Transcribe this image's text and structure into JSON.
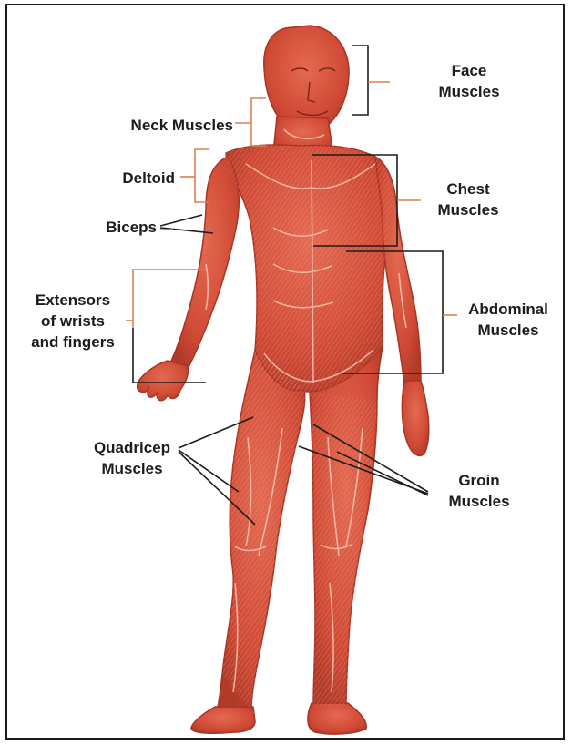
{
  "labels": {
    "face": [
      "Face",
      "Muscles"
    ],
    "neck": [
      "Neck Muscles"
    ],
    "deltoid": [
      "Deltoid"
    ],
    "biceps": [
      "Biceps"
    ],
    "extensors": [
      "Extensors",
      "of wrists",
      "and fingers"
    ],
    "chest": [
      "Chest",
      "Muscles"
    ],
    "abdominal": [
      "Abdominal",
      "Muscles"
    ],
    "quadricep": [
      "Quadricep",
      "Muscles"
    ],
    "groin": [
      "Groin",
      "Muscles"
    ]
  },
  "colors": {
    "skin": "#d4503b",
    "skin_light": "#e88a72",
    "skin_dark": "#a83424",
    "tendon": "#f1d2c4",
    "leader_black": "#1c1c1c",
    "leader_orange": "#d9824f"
  }
}
